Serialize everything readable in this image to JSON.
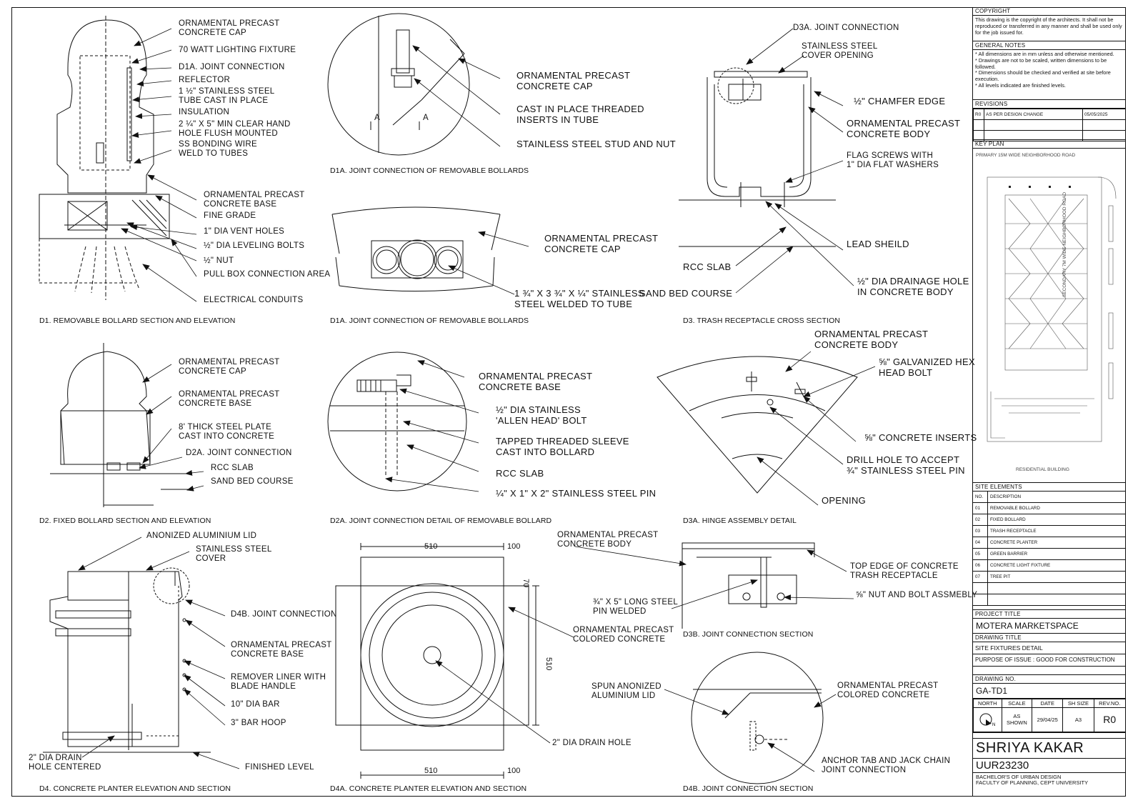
{
  "details": {
    "d1": {
      "title": "D1. REMOVABLE BOLLARD SECTION AND ELEVATION",
      "labels": [
        "ORNAMENTAL PRECAST\nCONCRETE CAP",
        "70  WATT LIGHTING FIXTURE",
        "D1A. JOINT CONNECTION",
        "REFLECTOR",
        "1 ½\" STAINLESS STEEL\nTUBE CAST IN PLACE",
        "INSULATION",
        "2 ¼\" X 5\" MIN CLEAR HAND\nHOLE FLUSH MOUNTED",
        "SS BONDING WIRE\nWELD TO TUBES",
        "ORNAMENTAL PRECAST\nCONCRETE BASE",
        "FINE GRADE",
        "1\" DIA VENT HOLES",
        "½\" DIA LEVELING BOLTS",
        "½\" NUT",
        "PULL BOX CONNECTION AREA",
        "ELECTRICAL CONDUITS"
      ]
    },
    "d1a_top": {
      "title": "D1A. JOINT CONNECTION OF REMOVABLE BOLLARDS",
      "labels": [
        "ORNAMENTAL PRECAST\nCONCRETE CAP",
        "CAST IN PLACE THREADED\nINSERTS IN TUBE",
        "STAINLESS STEEL STUD AND NUT"
      ],
      "section_marks": [
        "A",
        "A"
      ]
    },
    "d1a_bottom": {
      "title": "D1A. JOINT CONNECTION OF REMOVABLE BOLLARDS",
      "labels": [
        "ORNAMENTAL PRECAST\nCONCRETE CAP",
        "1 ¾\" X 3 ¾\" X ¼\" STAINLESS\nSTEEL WELDED TO TUBE"
      ]
    },
    "d3": {
      "title": "D3. TRASH RECEPTACLE CROSS SECTION",
      "labels": [
        "D3A. JOINT CONNECTION",
        "STAINLESS STEEL\nCOVER OPENING",
        "½\" CHAMFER EDGE",
        "ORNAMENTAL PRECAST\nCONCRETE BODY",
        "FLAG SCREWS WITH\n1\" DIA FLAT WASHERS",
        "LEAD SHEILD",
        "RCC SLAB",
        "½\" DIA DRAINAGE HOLE\nIN CONCRETE BODY",
        "SAND BED COURSE"
      ]
    },
    "d2": {
      "title": "D2. FIXED BOLLARD SECTION AND ELEVATION",
      "labels": [
        "ORNAMENTAL PRECAST\nCONCRETE CAP",
        "ORNAMENTAL PRECAST\nCONCRETE BASE",
        "8' THICK STEEL PLATE\nCAST INTO CONCRETE",
        "D2A. JOINT CONNECTION",
        "RCC SLAB",
        "SAND BED COURSE"
      ]
    },
    "d2a": {
      "title": "D2A. JOINT CONNECTION DETAIL OF REMOVABLE BOLLARD",
      "labels": [
        "ORNAMENTAL PRECAST\nCONCRETE BASE",
        "½\" DIA STAINLESS\n'ALLEN HEAD' BOLT",
        "TAPPED THREADED SLEEVE\nCAST INTO BOLLARD",
        "RCC SLAB",
        "¼\" X 1\" X 2\" STAINLESS STEEL PIN"
      ]
    },
    "d3a": {
      "title": "D3A. HINGE ASSEMBLY DETAIL",
      "labels": [
        "ORNAMENTAL PRECAST\nCONCRETE BODY",
        "⅝\" GALVANIZED HEX\nHEAD BOLT",
        "⅝\" CONCRETE INSERTS",
        "DRILL HOLE TO ACCEPT\n¾\" STAINLESS STEEL PIN",
        "OPENING"
      ]
    },
    "d4": {
      "title": "D4. CONCRETE PLANTER ELEVATION AND SECTION",
      "labels": [
        "ANONIZED ALUMINIUM LID",
        "STAINLESS STEEL\nCOVER",
        "D4B. JOINT CONNECTION",
        "ORNAMENTAL PRECAST\nCONCRETE BASE",
        "REMOVER LINER WITH\nBLADE HANDLE",
        "10\" DIA BAR",
        "3\" BAR HOOP",
        "2\" DIA DRAIN\nHOLE CENTERED",
        "FINISHED LEVEL"
      ]
    },
    "d4a": {
      "title": "D4A. CONCRETE PLANTER ELEVATION AND SECTION",
      "labels": [
        "ORNAMENTAL PRECAST\nCONCRETE BODY",
        "ORNAMENTAL PRECAST\nCOLORED CONCRETE",
        "2\" DIA DRAIN HOLE"
      ],
      "dims": [
        "510",
        "100",
        "70",
        "510",
        "510",
        "100"
      ]
    },
    "d3b": {
      "title": "D3B. JOINT CONNECTION SECTION",
      "labels": [
        "TOP EDGE OF CONCRETE\nTRASH RECEPTACLE",
        "⅝\" NUT AND BOLT ASSMEBLY",
        "¾\" X 5\" LONG STEEL\nPIN WELDED"
      ]
    },
    "d4b": {
      "title": "D4B. JOINT CONNECTION SECTION",
      "labels": [
        "SPUN ANONIZED\nALUMINIUM LID",
        "ORNAMENTAL PRECAST\nCOLORED CONCRETE",
        "ANCHOR TAB AND JACK CHAIN\nJOINT CONNECTION"
      ]
    }
  },
  "title_block": {
    "copyright": {
      "heading": "COPYRIGHT",
      "text": "This drawing is the copyright of the architects.  It shall not be reproduced or transferred in any manner and shall be used only for the job issued for."
    },
    "general_notes": {
      "heading": "GENERAL NOTES",
      "items": [
        "* All dimensions are in mm unless and otherwise mentioned.",
        "* Drawings are not to be scaled, written dimensions to be followed.",
        "* Dimensions should be checked and verified at site before execution.",
        "* All levels indicated are finished levels."
      ]
    },
    "revisions": {
      "heading": "REVISIONS",
      "rows": [
        [
          "R0",
          "AS PER DESIGN CHANGE",
          "05/05/2025"
        ]
      ]
    },
    "key_plan": {
      "heading": "KEY PLAN",
      "road_top": "PRIMARY  15M WIDE NEIGHBORHOOD ROAD",
      "road_side": "SECONDARY  7M WIDE NEIGHBORHOOD ROAD",
      "building": "RESIDENTIAL BUILDING"
    },
    "site_elements": {
      "heading": "SITE ELEMENTS",
      "header": [
        "NO.",
        "DESCRIPTION"
      ],
      "rows": [
        [
          "01",
          "REMOVABLE BOLLARD"
        ],
        [
          "02",
          "FIXED BOLLARD"
        ],
        [
          "03",
          "TRASH RECEPTACLE"
        ],
        [
          "04",
          "CONCRETE PLANTER"
        ],
        [
          "05",
          "GREEN BARRIER"
        ],
        [
          "06",
          "CONCRETE LIGHT FIXTURE"
        ],
        [
          "07",
          "TREE PIT"
        ]
      ]
    },
    "project_title": {
      "heading": "PROJECT TITLE",
      "value": "MOTERA MARKETSPACE"
    },
    "drawing_title": {
      "heading": "DRAWING TITLE",
      "value": "SITE FIXTURES DETAIL"
    },
    "purpose": "PURPOSE OF ISSUE :   GOOD FOR CONSTRUCTION",
    "drawing_no": {
      "heading": "DRAWING NO.",
      "value": "GA-TD1"
    },
    "meta": {
      "headers": [
        "NORTH",
        "SCALE",
        "DATE",
        "SH SIZE",
        "REV.NO."
      ],
      "north_symbol": "N",
      "scale": "AS\nSHOWN",
      "date": "29/04/25",
      "sh_size": "A3",
      "rev": "R0"
    },
    "author": "SHRIYA KAKAR",
    "roll_no": "UUR23230",
    "degree": "BACHELOR'S OF URBAN DESIGN",
    "faculty": "FACULTY OF PLANNING, CEPT UNIVERSITY"
  }
}
